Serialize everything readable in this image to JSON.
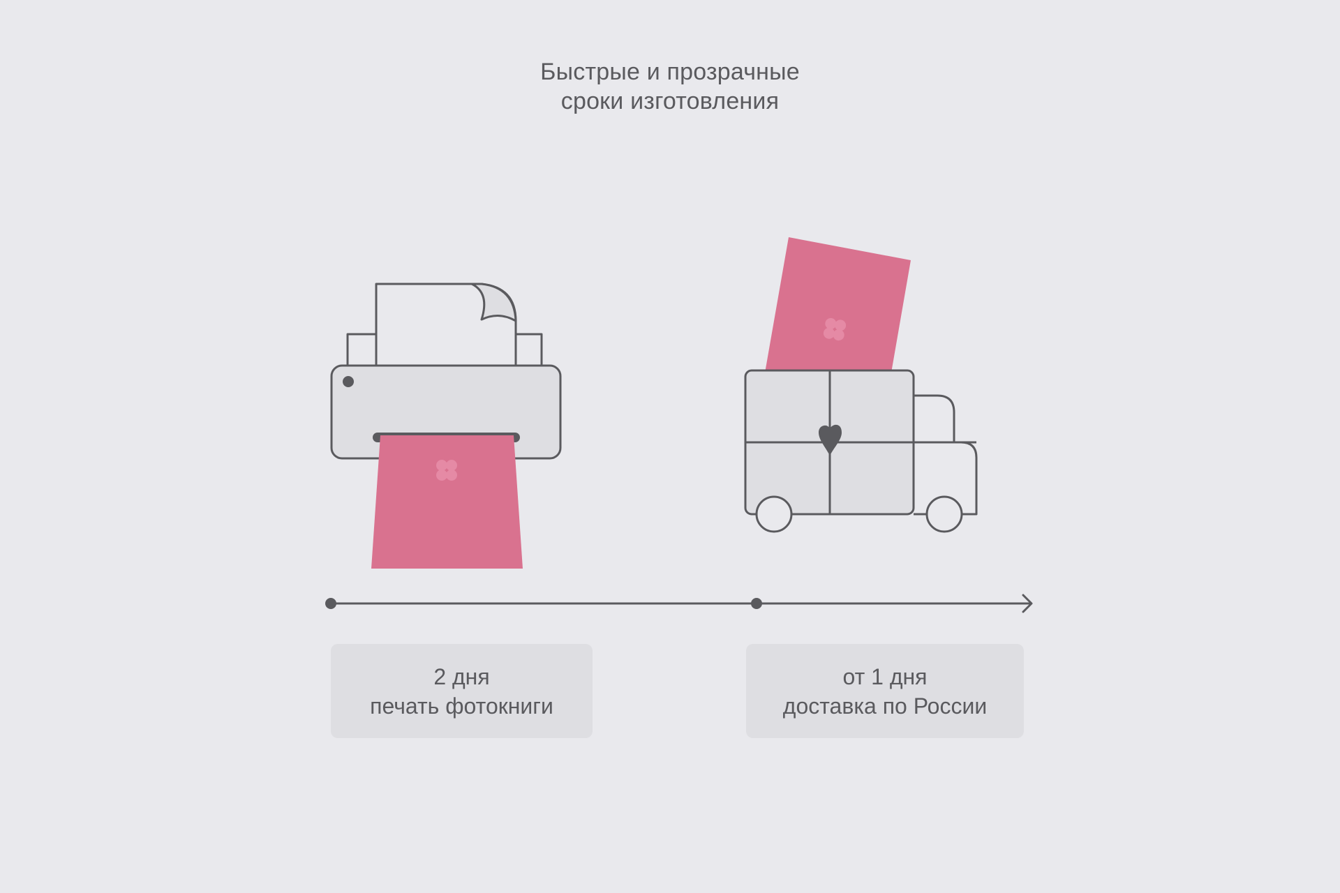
{
  "header": {
    "title_line1": "Быстрые и прозрачные",
    "title_line2": "сроки изготовления"
  },
  "illustrations": {
    "printer": {
      "icon": "printer-icon",
      "book_icon": "photobook-icon",
      "emblem": "clover-icon"
    },
    "truck": {
      "icon": "delivery-truck-icon",
      "book_icon": "photobook-icon",
      "emblem": "heart-icon"
    }
  },
  "timeline": {
    "steps": [
      {
        "duration": "2 дня",
        "description": "печать фотокниги"
      },
      {
        "duration": "от 1 дня",
        "description": "доставка по России"
      }
    ]
  },
  "colors": {
    "background": "#e9e9ed",
    "panel": "#dedee2",
    "stroke": "#5a5a5e",
    "book_pink": "#d9728f",
    "clover_pink": "#e58aa5"
  }
}
